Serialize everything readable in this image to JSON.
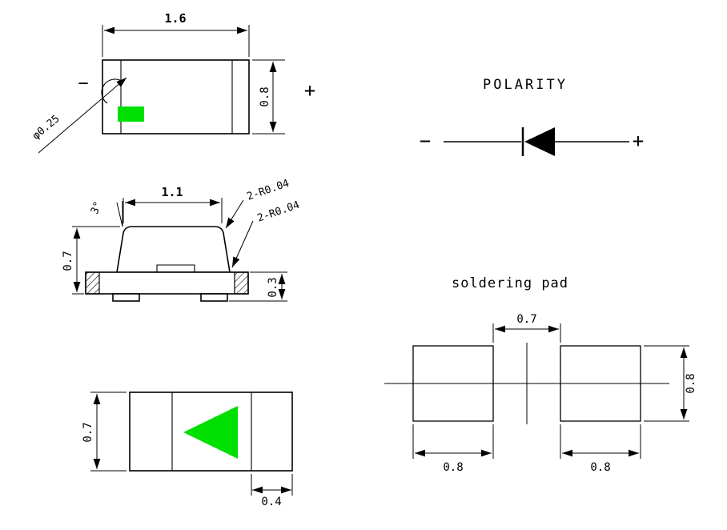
{
  "drawing": {
    "top_view": {
      "width": "1.6",
      "height": "0.8",
      "diameter": "φ0.25",
      "minus": "−",
      "plus": "+"
    },
    "side_view": {
      "top_width": "1.1",
      "corner_radius_top": "2-R0.04",
      "corner_radius_bottom": "2-R0.04",
      "draft_angle": "3°",
      "body_height": "0.7",
      "terminal_height": "0.3"
    },
    "bottom_view": {
      "height": "0.7",
      "terminal_width": "0.4"
    },
    "polarity": {
      "title": "POLARITY",
      "minus": "−",
      "plus": "+"
    },
    "soldering_pad": {
      "title": "soldering pad",
      "gap": "0.7",
      "pad_width_left": "0.8",
      "pad_width_right": "0.8",
      "pad_height": "0.8"
    }
  },
  "colors": {
    "led_green": "#00E000",
    "line": "#000000",
    "background": "#FFFFFF"
  }
}
